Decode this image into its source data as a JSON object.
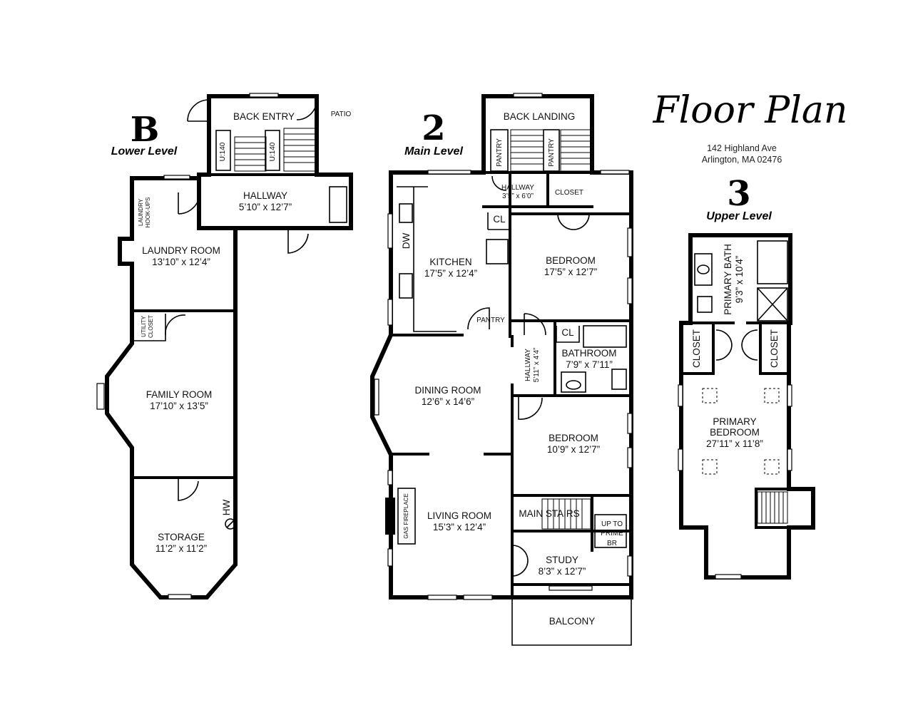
{
  "header": {
    "title": "Floor Plan",
    "address_line1": "142 Highland Ave",
    "address_line2": "Arlington, MA 02476"
  },
  "levels": {
    "lower": {
      "number": "B",
      "name": "Lower Level"
    },
    "main": {
      "number": "2",
      "name": "Main Level"
    },
    "upper": {
      "number": "3",
      "name": "Upper Level"
    }
  },
  "lower_rooms": {
    "back_entry": "BACK ENTRY",
    "patio": "PATIO",
    "u140_a": "U:140",
    "u140_b": "U:140",
    "hallway_name": "HALLWAY",
    "hallway_dim": "5’10” x 12’7”",
    "laundry_hookups_1": "LAUNDRY",
    "laundry_hookups_2": "HOOK-UPS",
    "laundry_name": "LAUNDRY ROOM",
    "laundry_dim": "13’10” x 12’4”",
    "utility_1": "UTILITY",
    "utility_2": "CLOSET",
    "family_name": "FAMILY ROOM",
    "family_dim": "17’10” x 13’5”",
    "hw": "HW",
    "storage_name": "STORAGE",
    "storage_dim": "11’2” x 11’2”"
  },
  "main_rooms": {
    "back_landing": "BACK  LANDING",
    "pantry_a": "PANTRY",
    "pantry_b": "PANTRY",
    "hall_small_name": "HALLWAY",
    "hall_small_dim": "3’5” x 6’0”",
    "closet": "CLOSET",
    "cl_kitchen": "CL",
    "dw": "DW",
    "kitchen_name": "KITCHEN",
    "kitchen_dim": "17’5” x 12’4”",
    "bedroom1_name": "BEDROOM",
    "bedroom1_dim": "17’5” x 12’7”",
    "pantry_c": "PANTRY",
    "cl_bath": "CL",
    "hall_vert_name": "HALLWAY",
    "hall_vert_dim": "5’11” x 4’4”",
    "bath_name": "BATHROOM",
    "bath_dim": "7’9” x 7’11”",
    "dining_name": "DINING ROOM",
    "dining_dim": "12’6” x 14’6”",
    "bedroom2_name": "BEDROOM",
    "bedroom2_dim": "10’9” x 12’7”",
    "main_stairs": "MAIN STAIRS",
    "up_to_1": "UP TO",
    "up_to_2": "PRIME",
    "up_to_3": "BR",
    "gas_fireplace": "GAS FIREPLACE",
    "living_name": "LIVING ROOM",
    "living_dim": "15’3” x 12’4”",
    "study_name": "STUDY",
    "study_dim": "8’3” x 12’7”",
    "balcony": "BALCONY"
  },
  "upper_rooms": {
    "pbath_name": "PRIMARY BATH",
    "pbath_dim": "9’3” x 10’4”",
    "closet_left": "CLOSET",
    "closet_right": "CLOSET",
    "pbed_1": "PRIMARY",
    "pbed_2": "BEDROOM",
    "pbed_dim": "27’11” x 11’8”"
  }
}
